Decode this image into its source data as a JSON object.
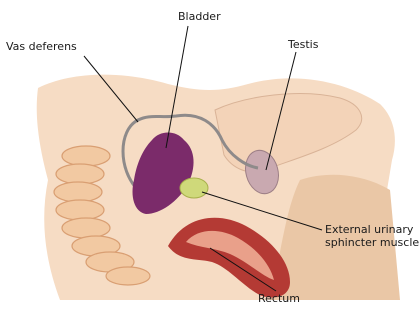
{
  "labels": {
    "vas_deferens": "Vas deferens",
    "bladder": "Bladder",
    "testis": "Testis",
    "sphincter_line1": "External urinary",
    "sphincter_line2": "sphincter muscle",
    "rectum": "Rectum"
  },
  "colors": {
    "skin": "#f6dcc4",
    "skin_shadow": "#eac7a6",
    "intestine": "#f2c9a2",
    "intestine_shade": "#e4ae82",
    "bladder": "#7b2b6a",
    "sphincter": "#cfd97a",
    "rectum": "#b43a34",
    "rectum_inner": "#e9a08a",
    "testis": "#c9a9b0",
    "leader": "#111111"
  }
}
